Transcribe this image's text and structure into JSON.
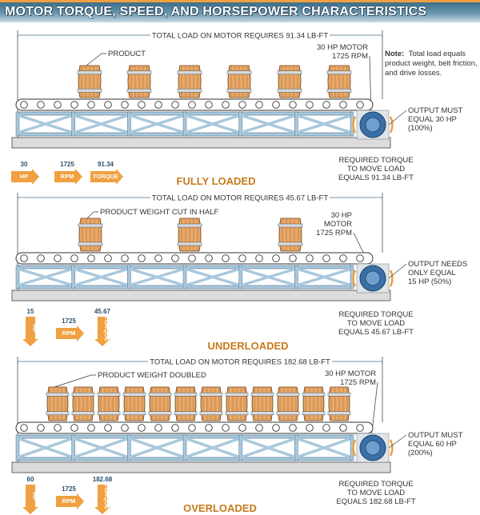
{
  "title": "MOTOR TORQUE, SPEED, AND HORSEPOWER CHARACTERISTICS",
  "note": {
    "bold": "Note:",
    "lines": [
      "Total load equals",
      "product weight, belt friction,",
      "and drive losses."
    ]
  },
  "colors": {
    "accent": "#f0a040",
    "title_bg": "#3d6f8c",
    "truss": "#a9c8dc",
    "label": "#c77a1c",
    "motor": "#3a6fa8"
  },
  "sections": [
    {
      "dimension": "TOTAL LOAD ON MOTOR REQUIRES 91.34 LB-FT",
      "product_label": "PRODUCT",
      "motor_label": [
        "30 HP MOTOR",
        "1725 RPM"
      ],
      "output": [
        "OUTPUT MUST",
        "EQUAL 30 HP",
        "(100%)"
      ],
      "torque": [
        "REQUIRED TORQUE",
        "TO MOVE LOAD",
        "EQUALS 91.34 LB-FT"
      ],
      "hp": {
        "value": "30",
        "label": "HP"
      },
      "rpm": {
        "value": "1725",
        "label": "RPM"
      },
      "tq": {
        "value": "91.34",
        "label": "TORQUE"
      },
      "state": "FULLY LOADED",
      "barrel_count": 6
    },
    {
      "dimension": "TOTAL LOAD ON MOTOR REQUIRES 45.67 LB-FT",
      "product_label": "PRODUCT WEIGHT CUT IN HALF",
      "motor_label": [
        "30 HP",
        "MOTOR",
        "1725 RPM"
      ],
      "output": [
        "OUTPUT NEEDS",
        "ONLY EQUAL",
        "15 HP (50%)"
      ],
      "torque": [
        "REQUIRED TORQUE",
        "TO MOVE LOAD",
        "EQUALS 45.67 LB-FT"
      ],
      "hp": {
        "value": "15",
        "label": "HP"
      },
      "rpm": {
        "value": "1725",
        "label": "RPM"
      },
      "tq": {
        "value": "45.67",
        "label": "TORQUE"
      },
      "state": "UNDERLOADED",
      "barrel_count": 3
    },
    {
      "dimension": "TOTAL LOAD ON MOTOR REQUIRES 182.68 LB-FT",
      "product_label": "PRODUCT WEIGHT DOUBLED",
      "motor_label": [
        "30 HP MOTOR",
        "1725 RPM"
      ],
      "output": [
        "OUTPUT MUST",
        "EQUAL 60 HP",
        "(200%)"
      ],
      "torque": [
        "REQUIRED TORQUE",
        "TO MOVE LOAD",
        "EQUALS 182.68 LB-FT"
      ],
      "hp": {
        "value": "60",
        "label": "HP"
      },
      "rpm": {
        "value": "1725",
        "label": "RPM"
      },
      "tq": {
        "value": "182.68",
        "label": "TORQUE"
      },
      "state": "OVERLOADED",
      "barrel_count": 12
    }
  ]
}
